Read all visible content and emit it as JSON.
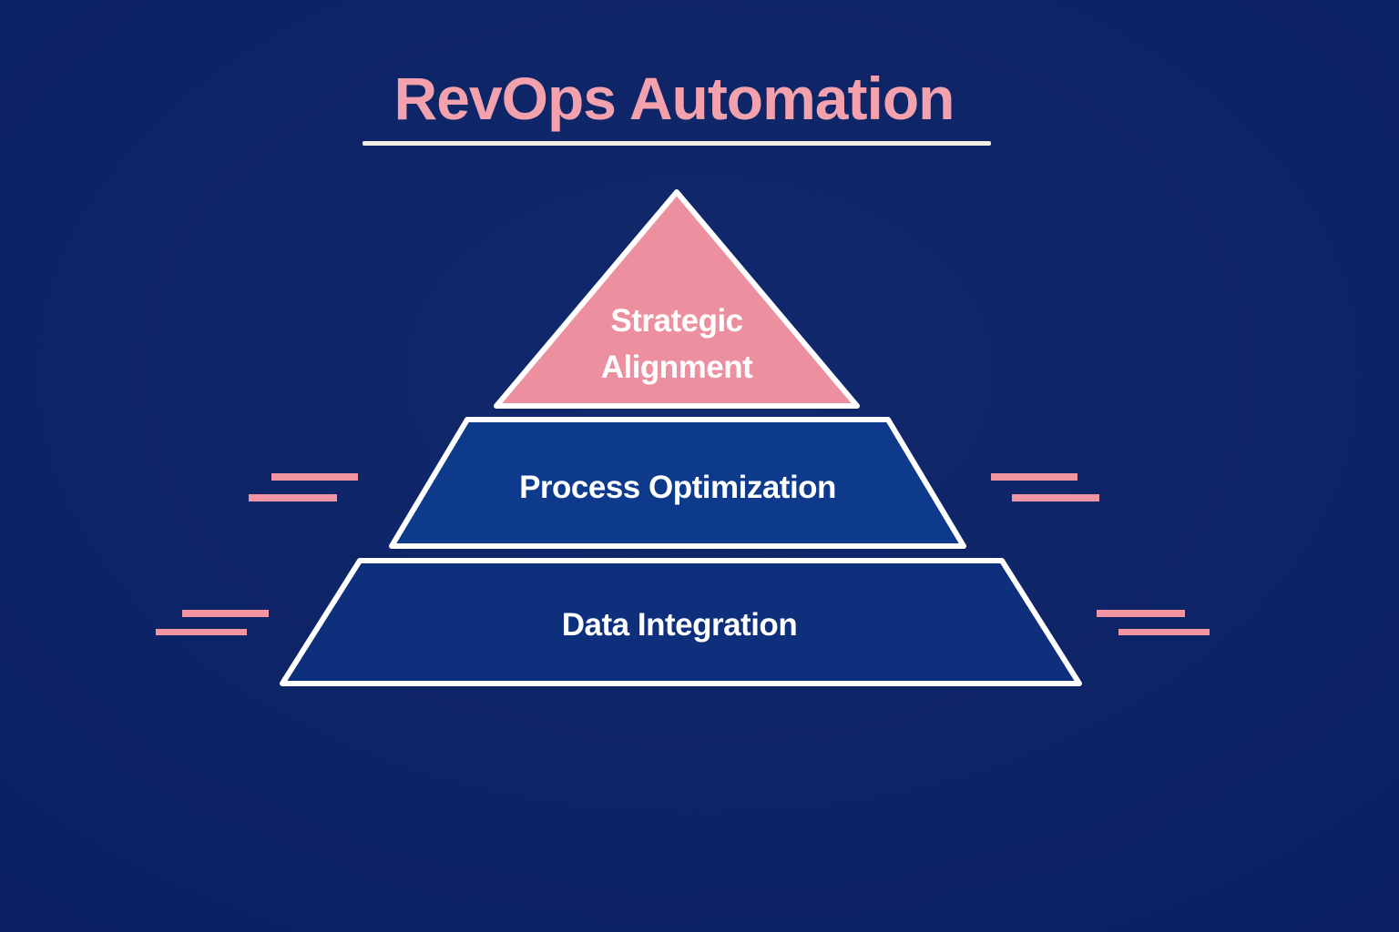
{
  "title": {
    "text": "RevOps Automation"
  },
  "pyramid": {
    "tiers": [
      {
        "label": "Strategic Alignment",
        "label_line1": "Strategic",
        "label_line2": "Alignment",
        "fill": "#ec8f9f",
        "text_color": "#ffffff"
      },
      {
        "label": "Process Optimization",
        "fill": "#0e3a8c",
        "text_color": "#ffffff"
      },
      {
        "label": "Data Integration",
        "fill": "#0d2f7c",
        "text_color": "#ffffff"
      }
    ],
    "outline_color": "#ffffff"
  },
  "decor": {
    "accent_bar_color": "#f295a3"
  },
  "colors": {
    "background": "#0a2268",
    "title_text": "#f2a1ad",
    "title_underline": "#f2f0e6"
  }
}
